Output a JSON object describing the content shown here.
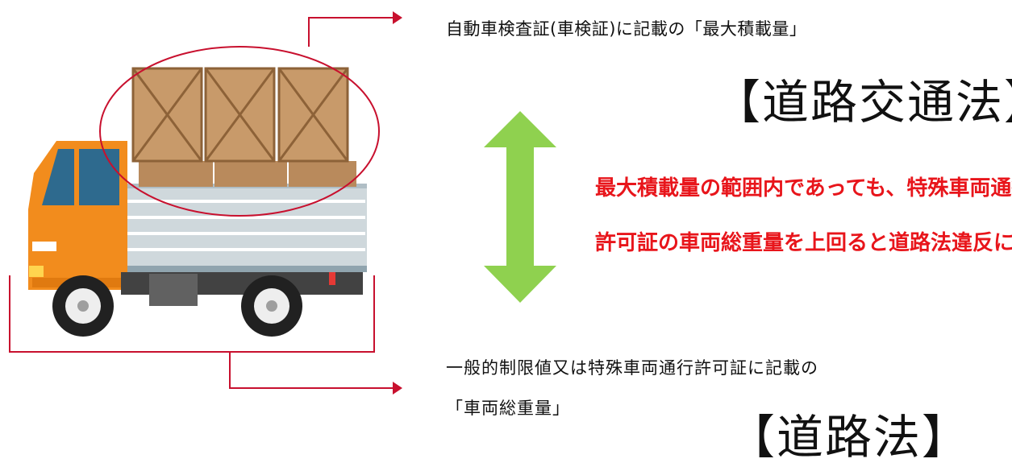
{
  "captions": {
    "max_load": "自動車検査証(車検証)に記載の「最大積載量」",
    "gross_weight_line1": "一般的制限値又は特殊車両通行許可証に記載の",
    "gross_weight_line2": "「車両総重量」"
  },
  "laws": {
    "top": "【道路交通法】",
    "bottom": "【道路法】"
  },
  "warning": {
    "line1": "最大積載量の範囲内であっても、特殊車両通行",
    "line2": "許可証の車両総重量を上回ると道路法違反に!!!"
  },
  "colors": {
    "leader_line": "#c8102e",
    "ellipse": "#c8102e",
    "double_arrow": "#8fd14f",
    "warning_text": "#e8151b",
    "truck_cab": "#f28c1d",
    "truck_bed": "#cfd8dc",
    "crate": "#c89a6a"
  },
  "icons": [
    "truck-illustration",
    "cargo-crate",
    "double-headed-arrow",
    "leader-arrow"
  ]
}
